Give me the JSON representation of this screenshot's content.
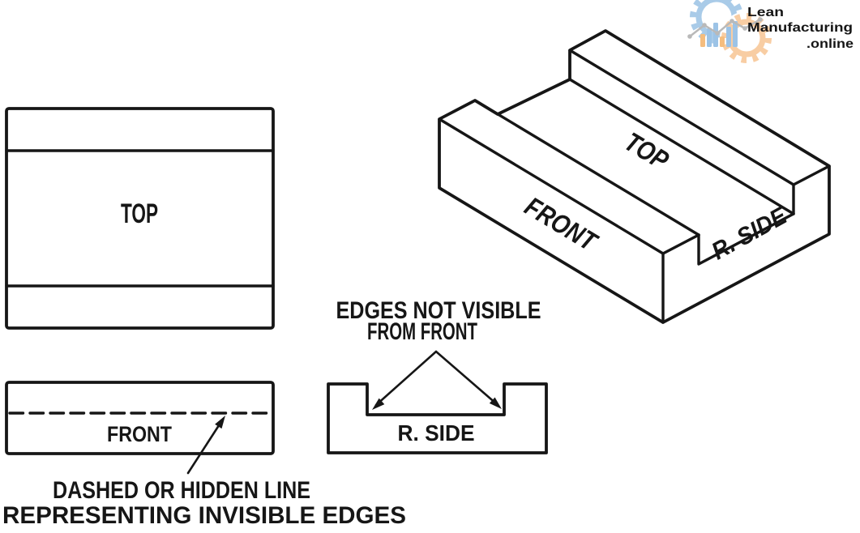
{
  "drawing": {
    "views": {
      "top": {
        "label": "TOP"
      },
      "front": {
        "label": "FRONT"
      },
      "side": {
        "label": "R. SIDE"
      }
    },
    "isometric": {
      "top_label": "TOP",
      "front_label": "FRONT",
      "side_label": "R. SIDE"
    },
    "annotations": {
      "edges_line1": "EDGES NOT VISIBLE",
      "edges_line2": "FROM FRONT",
      "hidden_line1": "DASHED OR HIDDEN LINE",
      "hidden_line2": "REPRESENTING INVISIBLE EDGES"
    },
    "colors": {
      "line": "#161616"
    }
  },
  "logo": {
    "word1": "Lean",
    "word2": "Manufacturing",
    "word3": ".online",
    "colors": {
      "gear_blue": "#A9CBE8",
      "gear_orange": "#F8CDA3",
      "bar_blue": "#9CC3E6",
      "bar_orange": "#F5BD7E",
      "trend_line": "#B9B9B9",
      "text": "#9A9A9A"
    }
  }
}
